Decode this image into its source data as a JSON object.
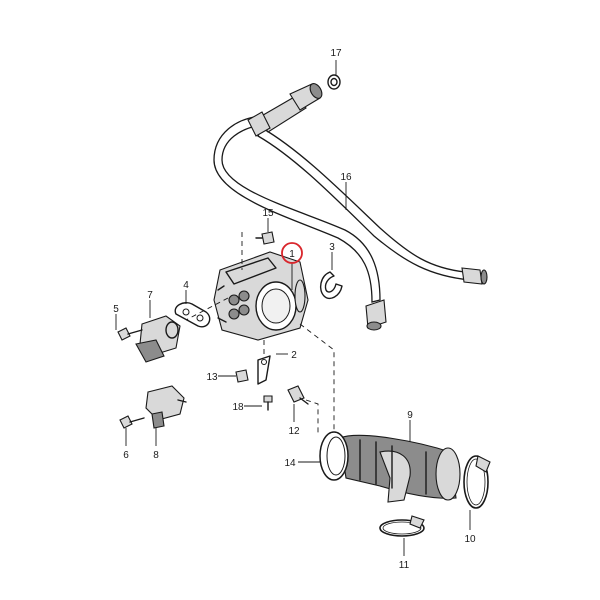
{
  "diagram": {
    "highlight_color": "#d9262c",
    "line_color": "#1a1a1a",
    "callouts": [
      {
        "id": "1",
        "text": "1",
        "highlighted": true
      },
      {
        "id": "2",
        "text": "2"
      },
      {
        "id": "3",
        "text": "3"
      },
      {
        "id": "4",
        "text": "4"
      },
      {
        "id": "5",
        "text": "5"
      },
      {
        "id": "6",
        "text": "6"
      },
      {
        "id": "7",
        "text": "7"
      },
      {
        "id": "8",
        "text": "8"
      },
      {
        "id": "9",
        "text": "9"
      },
      {
        "id": "10",
        "text": "10"
      },
      {
        "id": "11",
        "text": "11"
      },
      {
        "id": "12",
        "text": "12"
      },
      {
        "id": "13",
        "text": "13"
      },
      {
        "id": "14",
        "text": "14"
      },
      {
        "id": "15",
        "text": "15"
      },
      {
        "id": "16",
        "text": "16"
      },
      {
        "id": "17",
        "text": "17"
      },
      {
        "id": "18",
        "text": "18"
      }
    ]
  }
}
